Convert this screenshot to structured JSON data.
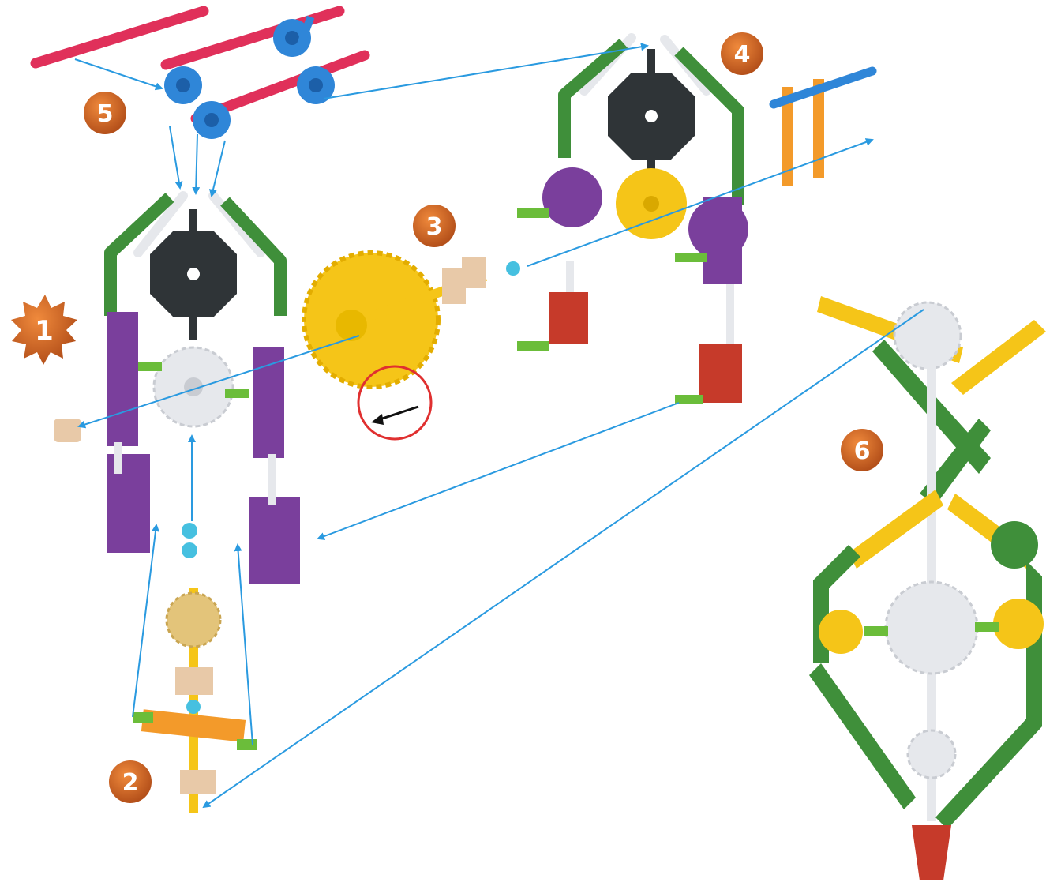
{
  "steps": [
    {
      "number": "1",
      "marker": "starburst"
    },
    {
      "number": "2",
      "marker": "circle"
    },
    {
      "number": "3",
      "marker": "circle"
    },
    {
      "number": "4",
      "marker": "circle"
    },
    {
      "number": "5",
      "marker": "circle"
    },
    {
      "number": "6",
      "marker": "circle"
    }
  ],
  "colors": {
    "rod_red": "#e0305a",
    "connector_blue": "#2f86d8",
    "arrow": "#2a9ae0",
    "rod_green": "#3f8f3a",
    "purple": "#7a3f9c",
    "white_part": "#e6e8ec",
    "yellow": "#f5c518",
    "dark_gray": "#2f3437",
    "orange": "#f39a2a",
    "red_part": "#c63a2a",
    "tan": "#e8c9a8",
    "badge": "#c8601c",
    "callout_circle": "#e03030"
  },
  "icons": [
    "starburst-step-badge",
    "round-step-badge",
    "gear",
    "hub",
    "rod",
    "arrow",
    "callout-circle"
  ]
}
